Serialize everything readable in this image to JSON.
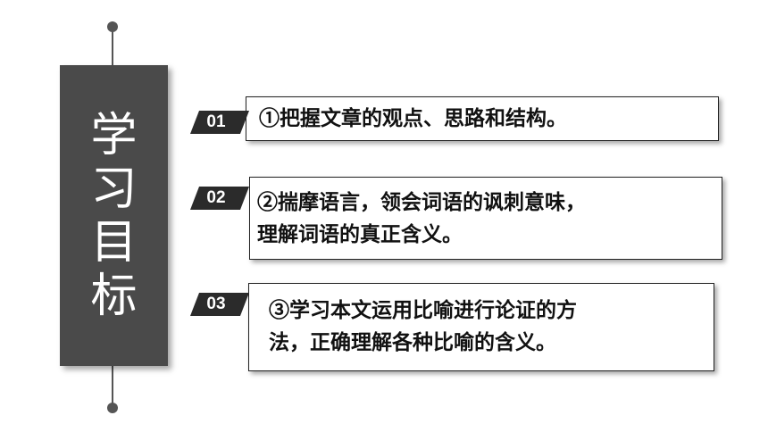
{
  "title": [
    "学",
    "习",
    "目",
    "标"
  ],
  "items": [
    {
      "number": "01",
      "lines": [
        "①把握文章的观点、思路和结构。"
      ]
    },
    {
      "number": "02",
      "lines": [
        "②揣摩语言，领会词语的讽刺意味，",
        "理解词语的真正含义。"
      ]
    },
    {
      "number": "03",
      "lines": [
        "③学习本文运用比喻进行论证的方",
        "法，正确理解各种比喻的含义。"
      ]
    }
  ],
  "colors": {
    "panel": "#4a4a4a",
    "tab": "#2b2b2b",
    "line": "#555555"
  }
}
